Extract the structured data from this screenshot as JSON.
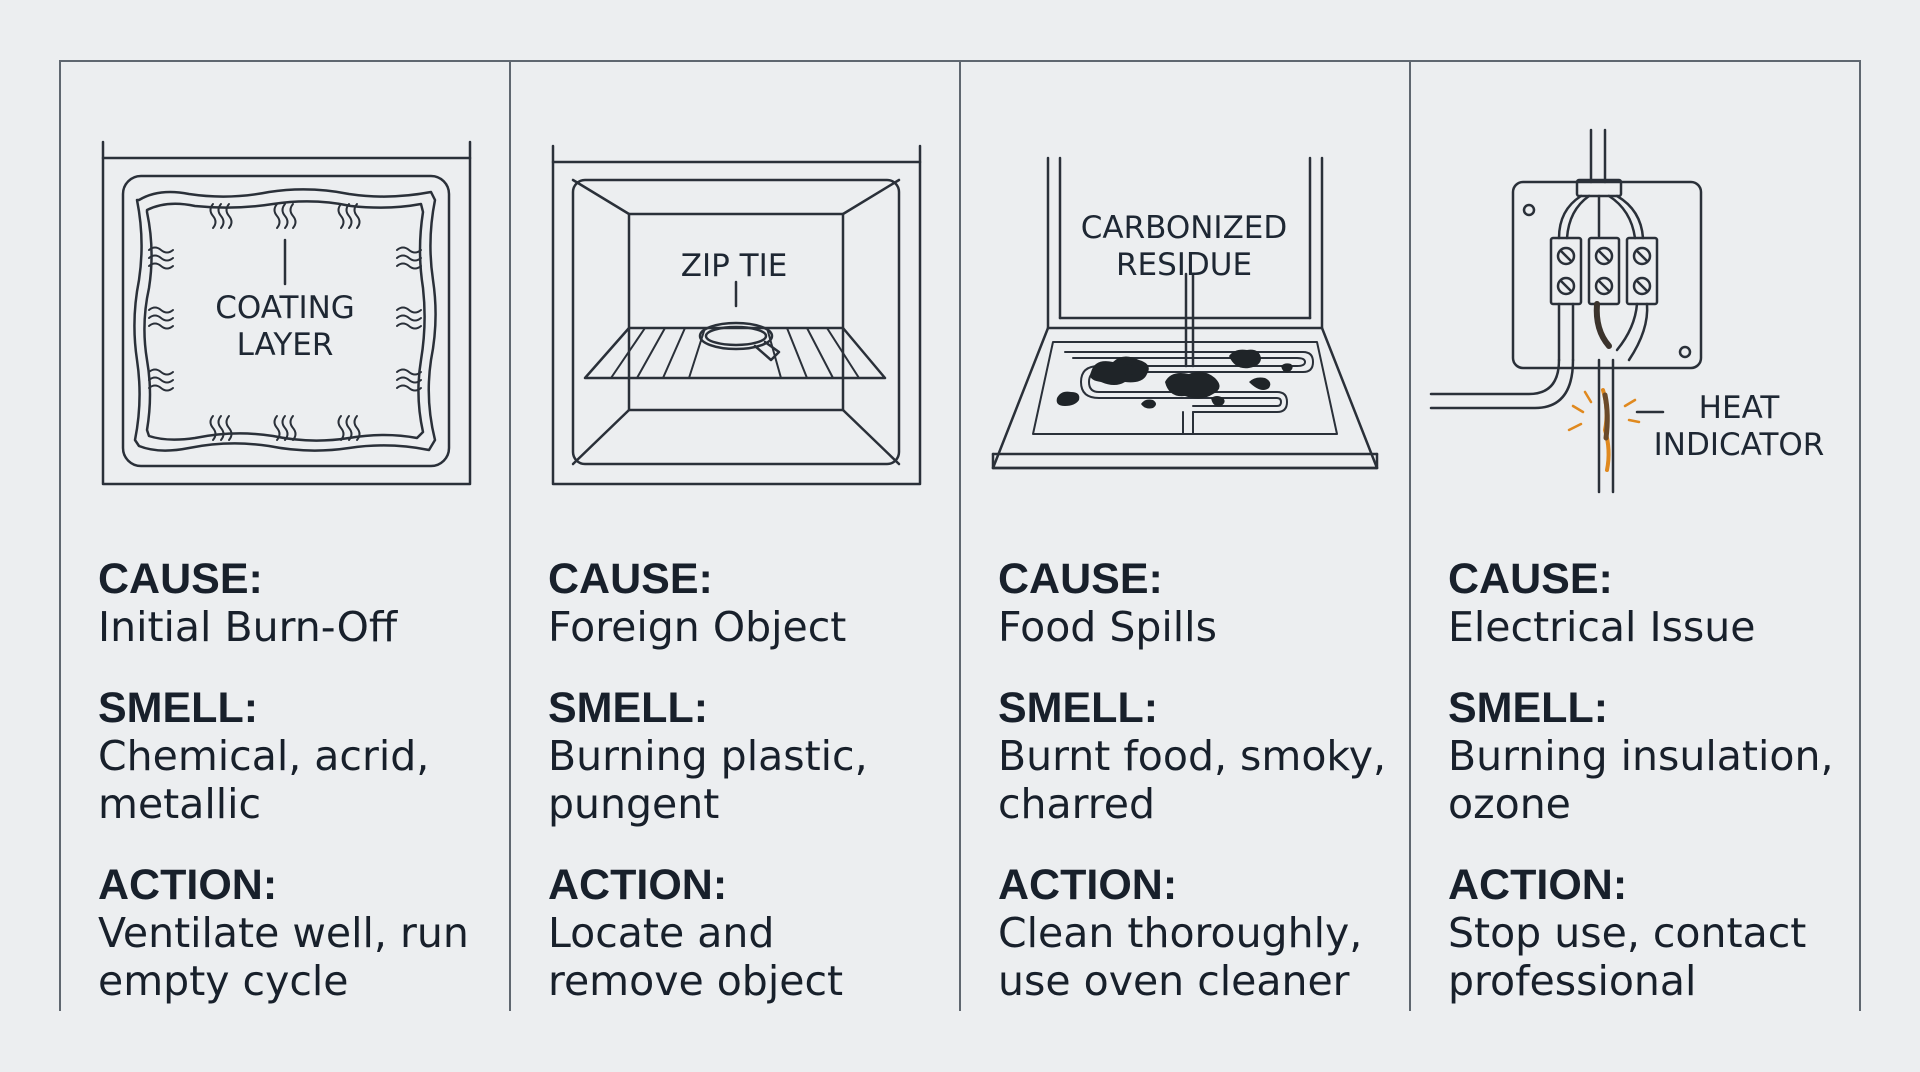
{
  "colors": {
    "line": "#2a3039",
    "divider": "#5f6770",
    "background": "#eceef0",
    "heat": "#e0891f",
    "residue": "#1f2428"
  },
  "columns": [
    {
      "illustration_label": "COATING\nLAYER",
      "icon": "oven-interior-coating-icon",
      "cause_label": "CAUSE:",
      "cause": "Initial Burn-Off",
      "smell_label": "SMELL:",
      "smell": "Chemical, acrid,\nmetallic",
      "action_label": "ACTION:",
      "action": "Ventilate well, run\nempty cycle"
    },
    {
      "illustration_label": "ZIP TIE",
      "icon": "oven-rack-zip-tie-icon",
      "cause_label": "CAUSE:",
      "cause": "Foreign Object",
      "smell_label": "SMELL:",
      "smell": "Burning plastic,\npungent",
      "action_label": "ACTION:",
      "action": "Locate and\nremove object"
    },
    {
      "illustration_label": "CARBONIZED\nRESIDUE",
      "icon": "oven-element-residue-icon",
      "cause_label": "CAUSE:",
      "cause": "Food Spills",
      "smell_label": "SMELL:",
      "smell": "Burnt food, smoky,\ncharred",
      "action_label": "ACTION:",
      "action": "Clean thoroughly,\nuse oven cleaner"
    },
    {
      "illustration_label": "HEAT\nINDICATOR",
      "icon": "terminal-block-wiring-icon",
      "cause_label": "CAUSE:",
      "cause": "Electrical Issue",
      "smell_label": "SMELL:",
      "smell": "Burning insulation,\nozone",
      "action_label": "ACTION:",
      "action": "Stop use, contact\nprofessional"
    }
  ]
}
